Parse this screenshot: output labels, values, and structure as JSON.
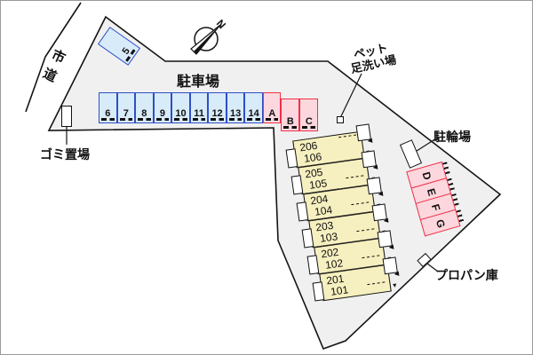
{
  "map": {
    "region_fill": "#f0f0f0",
    "boundary_color": "#141414"
  },
  "labels": {
    "road": "市道",
    "parking_lot": "駐車場",
    "pet_wash": {
      "line1": "ペット",
      "line2": "足洗い場"
    },
    "bicycle_parking": "駐輪場",
    "propane_storage": "プロパン庫",
    "garbage_area": "ゴミ置場"
  },
  "compass": {
    "letter": "N"
  },
  "parking": {
    "rotated_stall": "5",
    "blue_stalls": [
      "6",
      "7",
      "8",
      "9",
      "10",
      "11",
      "12",
      "13",
      "14"
    ],
    "pink_stall_inline": "A",
    "pink_stalls_offset": [
      "B",
      "C"
    ],
    "pink_stalls_column": [
      "D",
      "E",
      "F",
      "G"
    ],
    "blue_fill": "#d8ebf9",
    "blue_border": "#2e4fc4",
    "pink_fill": "#fcd7de",
    "pink_border": "#f03048"
  },
  "building": {
    "fill": "#f6efbf",
    "units": [
      {
        "upper": "206",
        "lower": "106"
      },
      {
        "upper": "205",
        "lower": "105"
      },
      {
        "upper": "204",
        "lower": "104"
      },
      {
        "upper": "203",
        "lower": "103"
      },
      {
        "upper": "202",
        "lower": "102"
      },
      {
        "upper": "201",
        "lower": "101"
      }
    ]
  }
}
